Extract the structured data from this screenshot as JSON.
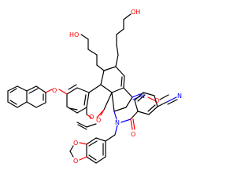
{
  "colors": {
    "bond": "#000000",
    "oxygen": "#ff0000",
    "nitrogen": "#0000ff",
    "background": "#ffffff"
  },
  "atoms": {
    "ho_left": "HO",
    "ho_right": "OH",
    "o_ether_naphthyl": "O",
    "o_ring": "O",
    "o_allyl": "O",
    "n_oxime": "N",
    "o_methoxy": "O",
    "n_amide": "N",
    "o_amide": "O",
    "n_nitrile": "N",
    "o_dioxole_top": "O",
    "o_dioxole_bottom": "O"
  }
}
